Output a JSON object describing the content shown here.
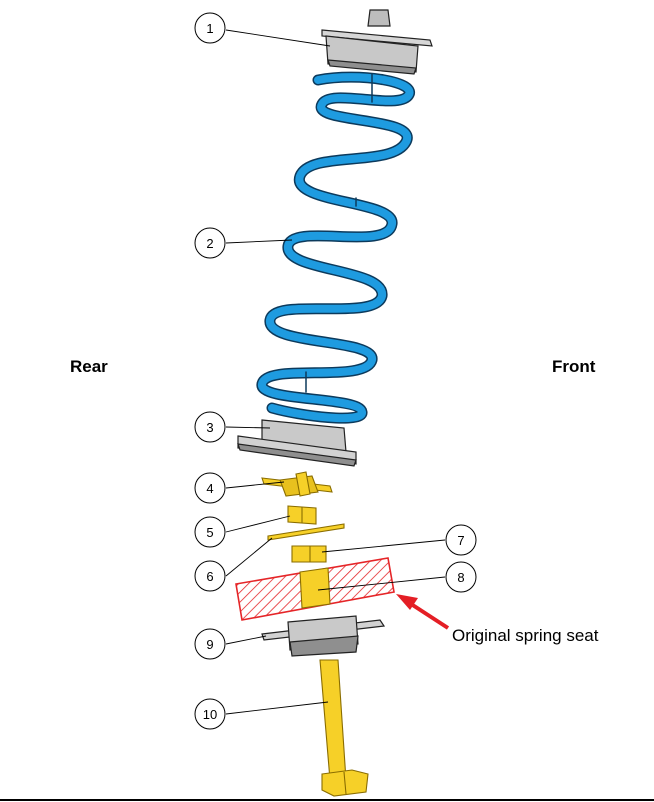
{
  "labels": {
    "rear": "Rear",
    "front": "Front"
  },
  "callouts": [
    {
      "num": "1",
      "part": "top-mount"
    },
    {
      "num": "2",
      "part": "coil-spring"
    },
    {
      "num": "3",
      "part": "lower-spring-seat"
    },
    {
      "num": "4",
      "part": "lower-bracket"
    },
    {
      "num": "5",
      "part": "spacer-block"
    },
    {
      "num": "6",
      "part": "shim-plate"
    },
    {
      "num": "7",
      "part": "upper-spacer"
    },
    {
      "num": "8",
      "part": "original-spring-seat-center"
    },
    {
      "num": "9",
      "part": "base-plate"
    },
    {
      "num": "10",
      "part": "bolt"
    }
  ],
  "annotation": {
    "text": "Original spring seat"
  },
  "colors": {
    "spring": "#1e9be0",
    "spring_outline": "#0c3a5c",
    "metal": "#cfcfcf",
    "metal_dark": "#9a9a9a",
    "yellow": "#f6d028",
    "yellow_outline": "#8a6d00",
    "hatch_red": "#e52528",
    "arrow_red": "#e41e25"
  }
}
